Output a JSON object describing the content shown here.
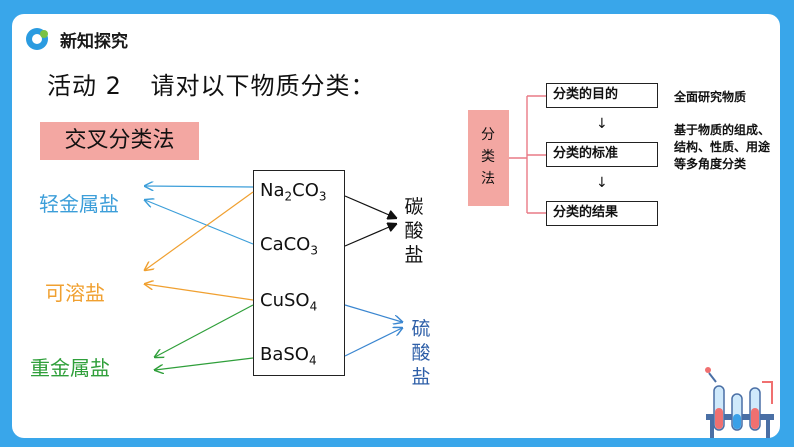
{
  "header": {
    "title": "新知探究"
  },
  "activity": {
    "label": "活动 2",
    "prompt": "请对以下物质分类："
  },
  "method_label": "交叉分类法",
  "categories": {
    "light_metal_salt": "轻金属盐",
    "soluble_salt": "可溶盐",
    "heavy_metal_salt": "重金属盐"
  },
  "substances": [
    {
      "base": "Na",
      "sub1": "2",
      "mid": "CO",
      "sub2": "3"
    },
    {
      "base": "CaCO",
      "sub1": "3",
      "mid": "",
      "sub2": ""
    },
    {
      "base": "CuSO",
      "sub1": "4",
      "mid": "",
      "sub2": ""
    },
    {
      "base": "BaSO",
      "sub1": "4",
      "mid": "",
      "sub2": ""
    }
  ],
  "groups": {
    "carbonate": [
      "碳",
      "酸",
      "盐"
    ],
    "sulfate": [
      "硫",
      "酸",
      "盐"
    ]
  },
  "classification": {
    "label": [
      "分",
      "类",
      "法"
    ],
    "steps": [
      "分类的目的",
      "分类的标准",
      "分类的结果"
    ],
    "arrow": "↓",
    "notes": {
      "purpose": "全面研究物质",
      "standard": "基于物质的组成、结构、性质、用途等多角度分类"
    }
  },
  "colors": {
    "frame": "#39a6ea",
    "light": "#3c9ed9",
    "soluble": "#f0a030",
    "heavy": "#2f9f3a",
    "sulfate": "#2e5fa8",
    "pink": "#f3a7a2"
  }
}
